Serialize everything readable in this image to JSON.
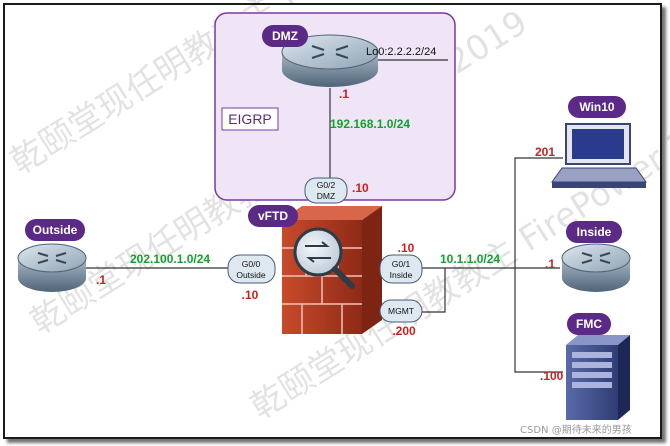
{
  "zone": {
    "label": "EIGRP"
  },
  "devices": {
    "dmz": {
      "name": "DMZ",
      "loopback": "Lo0:2.2.2.2/24"
    },
    "vftd": {
      "name": "vFTD"
    },
    "outside": {
      "name": "Outside"
    },
    "inside": {
      "name": "Inside"
    },
    "win10": {
      "name": "Win10"
    },
    "fmc": {
      "name": "FMC"
    }
  },
  "ports": {
    "g02": {
      "line1": "G0/2",
      "line2": "DMZ"
    },
    "g00": {
      "line1": "G0/0",
      "line2": "Outside"
    },
    "g01": {
      "line1": "G0/1",
      "line2": "Inside"
    },
    "mgmt": {
      "line1": "MGMT"
    }
  },
  "networks": {
    "dmz": "192.168.1.0/24",
    "outside": "202.100.1.0/24",
    "inside": "10.1.1.0/24"
  },
  "host_ips": {
    "dmz_router": ".1",
    "ftd_g02": ".10",
    "outside_router": ".1",
    "ftd_g00": ".10",
    "ftd_g01": ".10",
    "inside_router": ".1",
    "ftd_mgmt": ".200",
    "win10": "201",
    "fmc": ".100"
  },
  "watermark": "乾颐堂现任明教教主 FirePower 2019",
  "credit": "CSDN @期待未来的男孩",
  "colors": {
    "pill": "#5b2a86",
    "zone_fill": "#efe5f6",
    "zone_border": "#7b3aa6",
    "network_text": "#12a12e",
    "ip_text": "#cc1f1f",
    "firewall": "#b5371f"
  }
}
